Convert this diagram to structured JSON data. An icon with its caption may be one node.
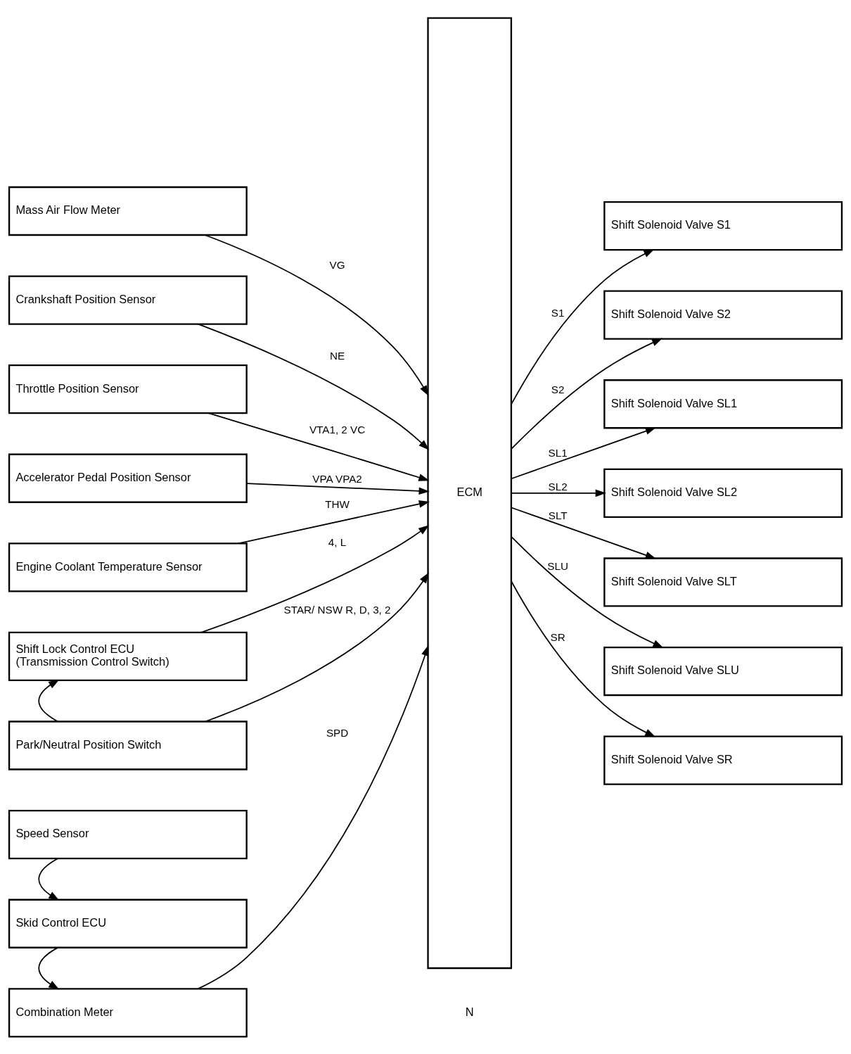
{
  "diagram": {
    "nodes": [
      {
        "text": [
          "Mass Air Flow Meter"
        ]
      },
      {
        "text": [
          "Crankshaft Position Sensor"
        ]
      },
      {
        "text": [
          "Throttle Position Sensor"
        ]
      },
      {
        "text": [
          "Accelerator Pedal Position Sensor"
        ]
      },
      {
        "text": [
          "Engine Coolant Temperature Sensor"
        ]
      },
      {
        "text": [
          "Shift Lock Control ECU",
          "(Transmission Control Switch)"
        ]
      },
      {
        "text": [
          "Park/Neutral Position Switch"
        ]
      },
      {
        "text": [
          "Speed Sensor"
        ]
      },
      {
        "text": [
          "Skid Control ECU"
        ]
      },
      {
        "text": [
          "Combination Meter"
        ]
      },
      {
        "text": [
          "ECM"
        ]
      },
      {
        "text": [
          "Shift Solenoid Valve S1"
        ]
      },
      {
        "text": [
          "Shift Solenoid Valve S2"
        ]
      },
      {
        "text": [
          "Shift Solenoid Valve SL1"
        ]
      },
      {
        "text": [
          "Shift Solenoid Valve SL2"
        ]
      },
      {
        "text": [
          "Shift Solenoid Valve SLT"
        ]
      },
      {
        "text": [
          "Shift Solenoid Valve SLU"
        ]
      },
      {
        "text": [
          "Shift Solenoid Valve SR"
        ]
      }
    ],
    "edges": [
      {
        "from": 0,
        "to": 10,
        "arrow": "to",
        "label": "VG"
      },
      {
        "from": 1,
        "to": 10,
        "arrow": "to",
        "label": "NE"
      },
      {
        "from": 2,
        "to": 10,
        "arrow": "to",
        "label": "VTA1, 2 VC"
      },
      {
        "from": 3,
        "to": 10,
        "arrow": "to",
        "label": "VPA VPA2"
      },
      {
        "from": 4,
        "to": 10,
        "arrow": "to",
        "label": "THW"
      },
      {
        "from": 5,
        "to": 10,
        "arrow": "to",
        "label": "4, L"
      },
      {
        "from": 6,
        "to": 5,
        "arrow": "to"
      },
      {
        "from": 6,
        "to": 10,
        "arrow": "to",
        "label": "STAR/ NSW R, D, 3, 2"
      },
      {
        "from": 7,
        "to": 8,
        "arrow": "to"
      },
      {
        "from": 8,
        "to": 9,
        "arrow": "to"
      },
      {
        "from": 9,
        "to": 10,
        "arrow": "to",
        "label": "SPD"
      },
      {
        "from": 10,
        "to": 11,
        "arrow": "to",
        "label": "S1"
      },
      {
        "from": 10,
        "to": 12,
        "arrow": "to",
        "label": "S2"
      },
      {
        "from": 10,
        "to": 13,
        "arrow": "to",
        "label": "SL1"
      },
      {
        "from": 10,
        "to": 14,
        "arrow": "to",
        "label": "SL2"
      },
      {
        "from": 10,
        "to": 15,
        "arrow": "to",
        "label": "SLT"
      },
      {
        "from": 10,
        "to": 16,
        "arrow": "to",
        "label": "SLU"
      },
      {
        "from": 10,
        "to": 17,
        "arrow": "to",
        "label": "SR"
      }
    ],
    "labels": [
      "N"
    ]
  }
}
